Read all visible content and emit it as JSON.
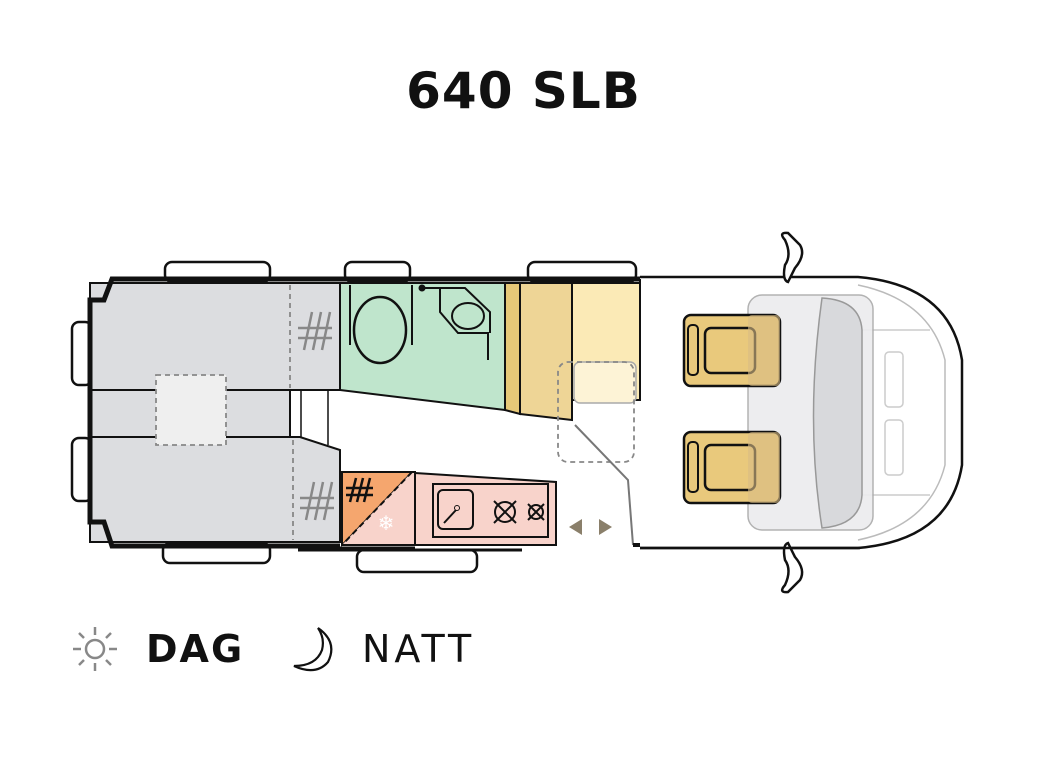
{
  "title": "640 SLB",
  "legend": {
    "day": {
      "label": "DAG",
      "icon": "sun-icon"
    },
    "night": {
      "label": "NATT",
      "icon": "moon-icon"
    }
  },
  "colors": {
    "bed": "#dcdde0",
    "bathroom": "#bfe5cc",
    "wardrobe_dark": "#e6c878",
    "wardrobe_mid": "#eed596",
    "wardrobe_light": "#fbeab6",
    "fridge": "#f5a66e",
    "kitchen": "#f8d3cb",
    "seat": "#e9c97c",
    "wall": "#111111"
  }
}
